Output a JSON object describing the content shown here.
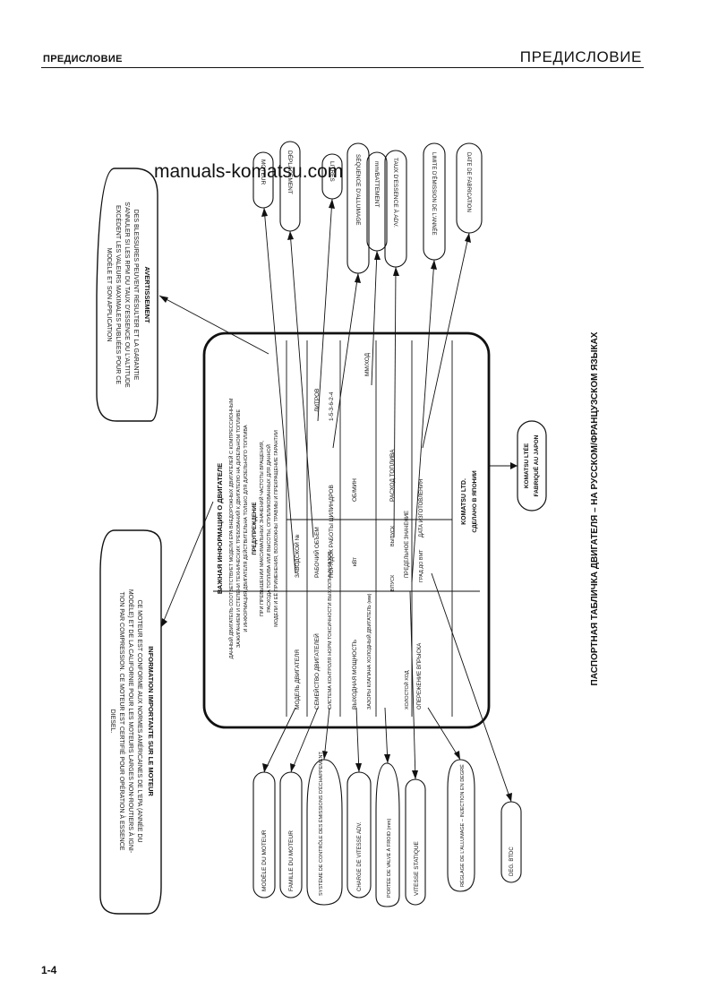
{
  "header": {
    "left": "ПРЕДИСЛОВИЕ",
    "right": "ПРЕДИСЛОВИЕ"
  },
  "watermark": "manuals-komatsu.com",
  "page_number": "1-4",
  "figure_caption": "ПАСПОРТНАЯ ТАБЛИЧКА ДВИГАТЕЛЯ – НА РУССКОМ/ФРАНЦУЗСКОМ ЯЗЫКАХ",
  "warning_box": {
    "title": "AVERTISSEMENT",
    "lines": [
      "DES BLESSURES PEUVENT RÉSULTER ET LA GARANTIE",
      "S'ANNULER SI LES RPM DU TAUX D'ESSENCE OU L'ALTITUDE",
      "EXCÈDENT LES VALEURS MAXIMALES PUBLIÉES POUR CE",
      "MODÈLE ET SON APPLICATION"
    ]
  },
  "info_box": {
    "title": "INFORMATION IMPORTANTE SUR LE MOTEUR",
    "lines": [
      "CE MOTEUR EST CONFORME AUX NORMES AMÉRICAINES DE L'EPA (ANNÉE DU",
      "MODÈLE) ET DE LA CALIFORNIE POUR LES MOTEURS LARGES NON-ROUTIERS À IGNI-",
      "TION PAR COMPRESSION. CE MOTEUR EST CERTIFIÉ POUR OPÉRATION À ESSENCE",
      "DIESEL."
    ]
  },
  "plate": {
    "title": "ВАЖНАЯ ИНФОРМАЦИЯ О ДВИГАТЕЛЕ",
    "intro_lines": [
      "ДАННЫЙ ДВИГАТЕЛЬ СООТВЕТСТВУЕТ МОДЕЛИ ЕРА ВНЕДОРОЖНЫХ ДВИГАТЕЛЕЙ С КОМПРЕССИОННЫМ",
      "ЗАЖИГАНИЕМ И СТЕПЕНИ ТЕХНИЧЕСКИХ ТРЕБОВАНИЙ К ДВИГАТЕЛЮ НА ДИЗЕЛЬНОМ ТОПЛИВЕ",
      "И ИНФОРМАЦИЯ ДВИГАТЕЛЯ ДЕЙСТВИТЕЛЬНА ТОЛЬКО ДЛЯ ДИЗЕЛЬНОГО ТОПЛИВА"
    ],
    "warning_heading": "ПРЕДУПРЕЖДЕНИЕ",
    "warning_lines": [
      "ПРИ ПРЕВЫШЕНИИ МАКСИМАЛЬНЫХ ЗНАЧЕНИЙ ЧАСТОТЫ ВРАЩЕНИЯ,",
      "РАСХОДА ТОПЛИВА ИЛИ ВЫСОТЫ, ОПУБЛИКОВАННЫХ ДЛЯ ДАННОЙ",
      "МОДЕЛИ И ЕЁ ПРИМЕНЕНИЯ, ВОЗМОЖНЫ ТРАВМЫ И ПРЕКРАЩЕНИЕ ГАРАНТИИ"
    ],
    "labels": {
      "model": "МОДЕЛЬ ДВИГАТЕЛЯ",
      "serial": "ЗАВОДСКОЙ №",
      "family": "СЕМЕЙСТВО ДВИГАТЕЛЕЙ",
      "displacement": "РАБОЧИЙ ОБЪЕМ",
      "litres": "ЛИТРОВ",
      "emission": "СИСТЕМА КОНТРОЛЯ НОРМ ТОКСИЧНОСТИ ВЫХЛОПНЫХ ГАЗОВ",
      "firing": "ПОРЯДОК РАБОТЫ ЦИЛИНДРОВ",
      "firing_value": "1-5-3-6-2-4",
      "power": "ВЫХОДНАЯ МОЩНОСТЬ",
      "kw": "кВт",
      "rpm": "ОБ/МИН",
      "valve": "ЗАЗОРЫ КЛАПАНА ХОЛОДНЫЙ ДВИГАТЕЛЬ (мм)",
      "intake": "ВПУСК",
      "exhaust": "ВЫПУСК",
      "fuel": "РАСХОД ТОПЛИВА",
      "fuel_unit": "ММ/ХОД",
      "idle": "ХОЛОСТОЙ ХОД",
      "timing": "ОПЕРЕЖЕНИЕ ВПРЫСКА",
      "btdc": "ГРАД ДО ВМТ",
      "limit": "ПРЕДЕЛЬНОЕ ЗНАЧЕНИЕ",
      "date": "ДАТА ИЗГОТОВЛЕНИЯ",
      "maker": "KOMATSU LTD.",
      "made_in": "СДЕЛАНО В ЯПОНИИ"
    }
  },
  "callouts_top": [
    "MOTEUR",
    "DÉPLACEMENT",
    "LITRES",
    "SÉQUENCE D'ALLUMAGE",
    "mm/BATTEMENT",
    "TAUX D'ESSENCE À ADV.",
    "LIMITE D'ÉMISSION DE L'ANNÉE",
    "DATE DE FABRICATION"
  ],
  "callouts_bottom": [
    "MODÈLE DU MOTEUR",
    "FAMILLE DU MOTEUR",
    "SYSTÈME DE CONTRÔLE DES ÉMISSIONS D'ÉCHAPPEMENT",
    "CHARGE DE VITESSE ADV.",
    "PORTÉE DE VALVE À FROID (mm)",
    "VITESSE STATIQUE",
    "RÉGLAGE DE L'ALLUMAGE – INJECTION EN DEGRÉ",
    "DEG. BTDC"
  ],
  "komatsu_callout": [
    "KOMATSU LTÉE",
    "FABRIQUÉ AU JAPON"
  ]
}
